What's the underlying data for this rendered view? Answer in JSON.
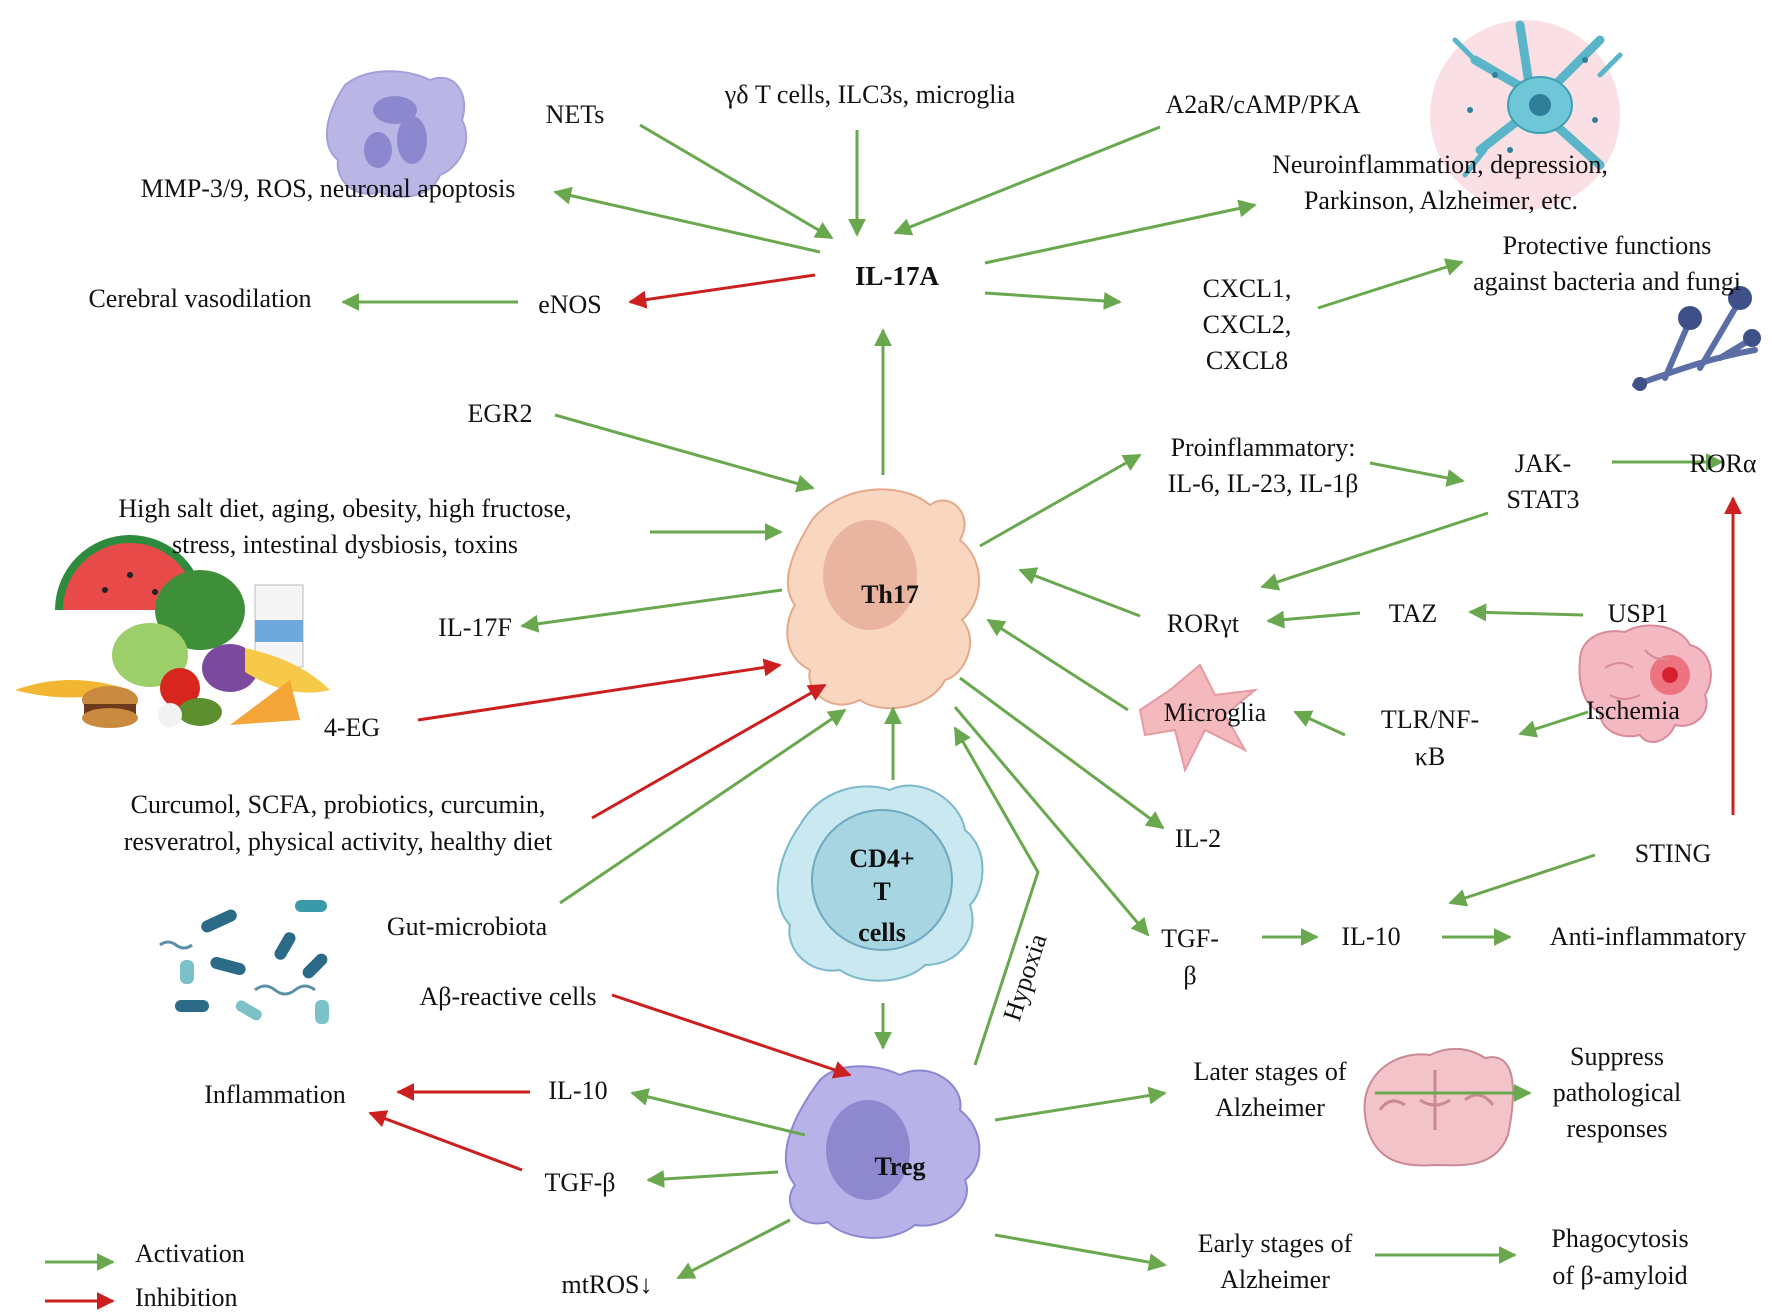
{
  "colors": {
    "activation": "#6aa84f",
    "inhibition": "#cc1f1f",
    "th17": "#f8d6c0",
    "treg": "#b7b3e8",
    "cd4": "#a8d5e2"
  },
  "cells": {
    "th17": "Th17",
    "cd4": [
      "CD4+",
      "T",
      "cells"
    ],
    "treg": "Treg"
  },
  "labels": {
    "il17a": "IL-17A",
    "nets": "NETs",
    "gd_t": "γδ T cells, ILC3s, microglia",
    "a2ar": "A2aR/cAMP/PKA",
    "mmp": "MMP-3/9, ROS, neuronal apoptosis",
    "neuroinflam": [
      "Neuroinflammation, depression,",
      "Parkinson, Alzheimer, etc."
    ],
    "cerebral_vaso": "Cerebral vasodilation",
    "enos": "eNOS",
    "cxcl": [
      "CXCL1,",
      "CXCL2,",
      "CXCL8"
    ],
    "protective": [
      "Protective functions",
      "against bacteria and fungi"
    ],
    "egr2": "EGR2",
    "salt": [
      "High salt diet, aging, obesity, high fructose,",
      "stress, intestinal dysbiosis, toxins"
    ],
    "il17f": "IL-17F",
    "four_eg": "4-EG",
    "curcumol": [
      "Curcumol, SCFA, probiotics, curcumin,",
      "resveratrol, physical activity, healthy diet"
    ],
    "gut": "Gut-microbiota",
    "abeta_cells": "Aβ-reactive cells",
    "inflammation": "Inflammation",
    "il10_left": "IL-10",
    "tgfb_left": "TGF-β",
    "mtros": "mtROS↓",
    "proinflam": [
      "Proinflammatory:",
      "IL-6, IL-23, IL-1β"
    ],
    "jak": [
      "JAK-",
      "STAT3"
    ],
    "rora": "RORα",
    "rorgt": "RORγt",
    "taz": "TAZ",
    "usp1": "USP1",
    "microglia": "Microglia",
    "tlr": [
      "TLR/NF-",
      "κB"
    ],
    "ischemia": "Ischemia",
    "il2": "IL-2",
    "sting": "STING",
    "tgfb_right": [
      "TGF-",
      "β"
    ],
    "il10_right": "IL-10",
    "antiinflam": "Anti-inflammatory",
    "hypoxia": "Hypoxia",
    "later": [
      "Later stages of",
      "Alzheimer"
    ],
    "suppress": [
      "Suppress",
      "pathological",
      "responses"
    ],
    "early": [
      "Early stages of",
      "Alzheimer"
    ],
    "phago": [
      "Phagocytosis",
      "of β-amyloid"
    ]
  },
  "legend": {
    "activation": "Activation",
    "inhibition": "Inhibition"
  },
  "icons": [
    "neutrophil-icon",
    "neuron-icon",
    "fungi-icon",
    "healthy-food-icon",
    "bacteria-icon",
    "brain-ischemia-icon",
    "brain-section-icon",
    "microglia-icon"
  ]
}
